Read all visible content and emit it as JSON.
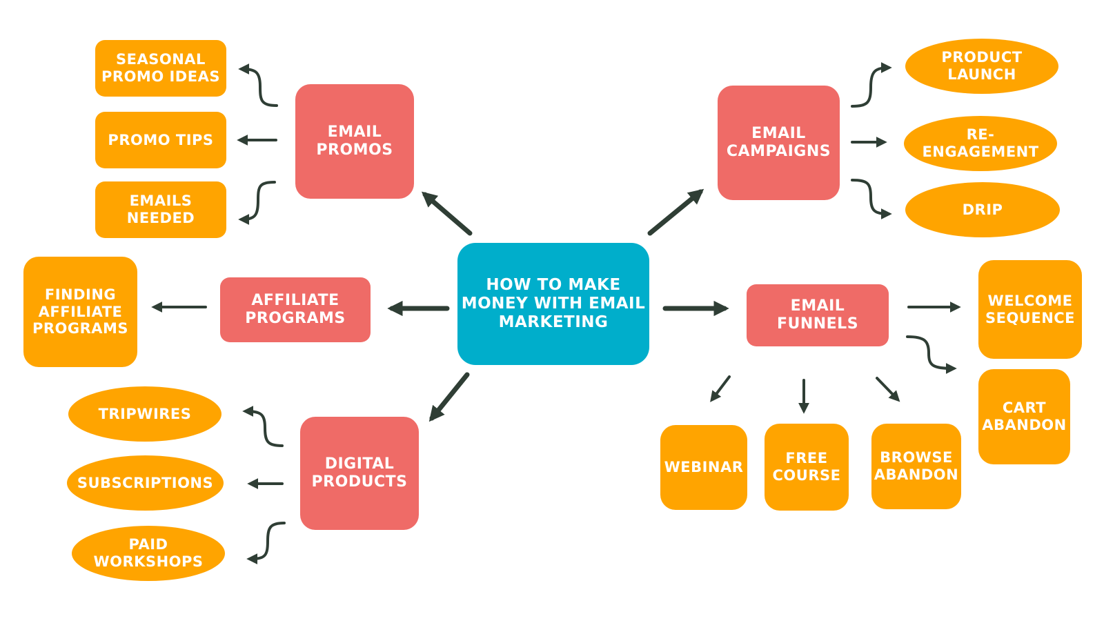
{
  "center": {
    "label": "HOW TO MAKE MONEY WITH EMAIL MARKETING"
  },
  "branches": {
    "email_promos": {
      "label": "EMAIL PROMOS",
      "children": [
        "SEASONAL PROMO IDEAS",
        "PROMO TIPS",
        "EMAILS NEEDED"
      ]
    },
    "affiliate_programs": {
      "label": "AFFILIATE PROGRAMS",
      "children": [
        "FINDING AFFILIATE PROGRAMS"
      ]
    },
    "digital_products": {
      "label": "DIGITAL PRODUCTS",
      "children": [
        "TRIPWIRES",
        "SUBSCRIPTIONS",
        "PAID WORKSHOPS"
      ]
    },
    "email_campaigns": {
      "label": "EMAIL CAMPAIGNS",
      "children": [
        "PRODUCT LAUNCH",
        "RE-ENGAGEMENT",
        "DRIP"
      ]
    },
    "email_funnels": {
      "label": "EMAIL FUNNELS",
      "children": [
        "WELCOME SEQUENCE",
        "CART ABANDON",
        "WEBINAR",
        "FREE COURSE",
        "BROWSE ABANDON"
      ]
    }
  },
  "colors": {
    "center": "#00AECB",
    "branch": "#EF6B67",
    "leaf": "#FFA400",
    "arrow": "#2F3E35",
    "text": "#FFFFFF"
  }
}
